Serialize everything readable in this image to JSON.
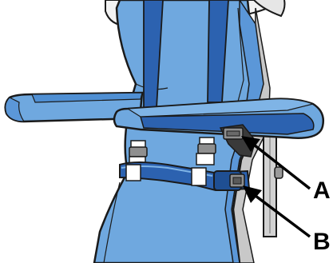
{
  "illustration": {
    "subject": "chair-backrest-with-armrests-and-pelvic-belt",
    "colors": {
      "light_blue": "#6fa8df",
      "mid_blue": "#4f8fd3",
      "dark_blue": "#2c62b0",
      "outline": "#1a1a1a",
      "frame_gray": "#c8c8c8",
      "cushion_white": "#f2f2f2",
      "strap_white": "#ffffff",
      "buckle_gray": "#8f8f8f"
    }
  },
  "callouts": [
    {
      "label": "A"
    },
    {
      "label": "B"
    }
  ]
}
